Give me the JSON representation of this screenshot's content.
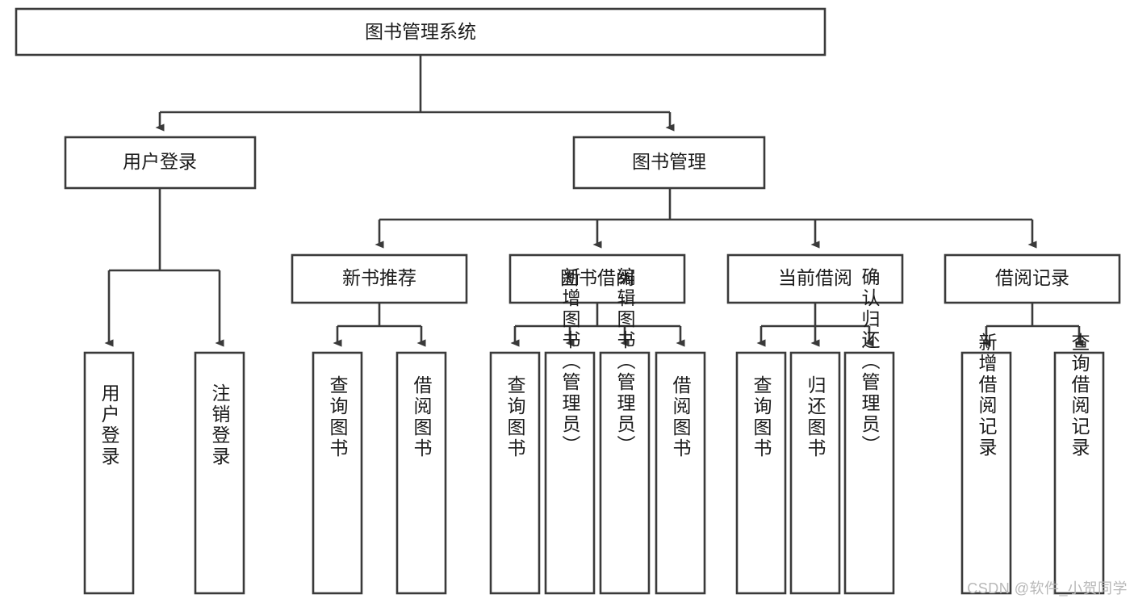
{
  "diagram": {
    "type": "tree-hierarchy-diagram",
    "title": "图书管理系统",
    "colors": {
      "stroke": "#3a3a3a",
      "fill": "#ffffff",
      "text": "#1b1b1b",
      "watermark": "#b8b8b8",
      "background": "#ffffff"
    },
    "root": {
      "label": "图书管理系统"
    },
    "level2": [
      {
        "label": "用户登录"
      },
      {
        "label": "图书管理"
      }
    ],
    "level3": [
      {
        "label": "新书推荐"
      },
      {
        "label": "图书借阅"
      },
      {
        "label": "当前借阅"
      },
      {
        "label": "借阅记录"
      }
    ],
    "leaves": {
      "user_login": [
        {
          "label": "用户登录"
        },
        {
          "label": "注销登录"
        }
      ],
      "new_book_recommend": [
        {
          "label": "查询图书"
        },
        {
          "label": "借阅图书"
        }
      ],
      "book_borrow": [
        {
          "label": "查询图书"
        },
        {
          "label": "新增图书（管理员）"
        },
        {
          "label": "编辑图书（管理员）"
        },
        {
          "label": "借阅图书"
        }
      ],
      "current_borrow": [
        {
          "label": "查询图书"
        },
        {
          "label": "归还图书"
        },
        {
          "label": "确认归还（管理员）"
        }
      ],
      "borrow_record": [
        {
          "label": "新增借阅记录"
        },
        {
          "label": "查询借阅记录"
        }
      ]
    }
  },
  "watermark": {
    "text": "CSDN @软件_小贺同学"
  }
}
